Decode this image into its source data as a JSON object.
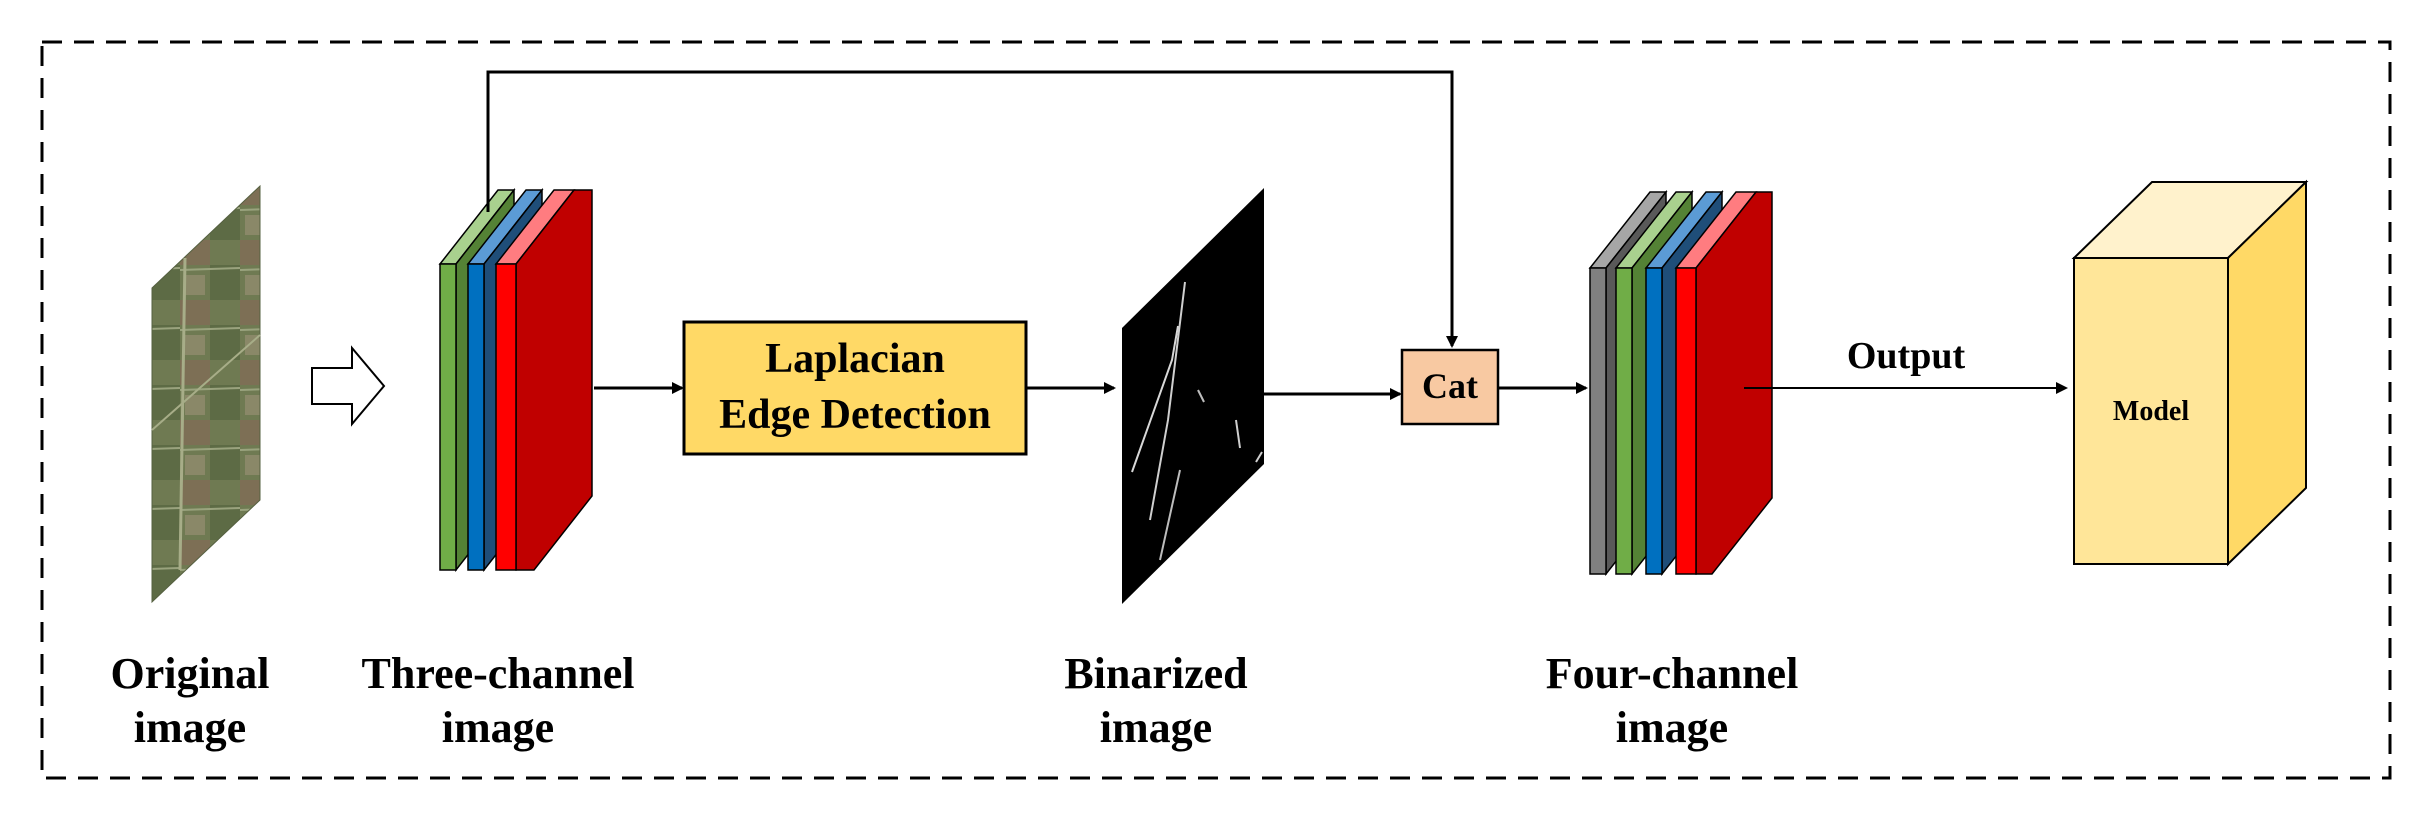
{
  "captions": {
    "original": [
      "Original",
      "image"
    ],
    "three_channel": [
      "Three-channel",
      "image"
    ],
    "binarized": [
      "Binarized",
      "image"
    ],
    "four_channel": [
      "Four-channel",
      "image"
    ]
  },
  "laplacian_box": {
    "line1": "Laplacian",
    "line2": "Edge Detection",
    "fill": "#FFD966"
  },
  "cat_box": {
    "label": "Cat",
    "fill": "#F8C9A2"
  },
  "output_label": "Output",
  "model_label": "Model",
  "channel_colors": {
    "gray": "#808080",
    "green": "#70AD47",
    "blue": "#0070C0",
    "red": "#FF0000",
    "dark_red": "#C00000"
  },
  "model_colors": {
    "front": "#FFE699",
    "side": "#FFD966",
    "top": "#FFF2CC"
  }
}
